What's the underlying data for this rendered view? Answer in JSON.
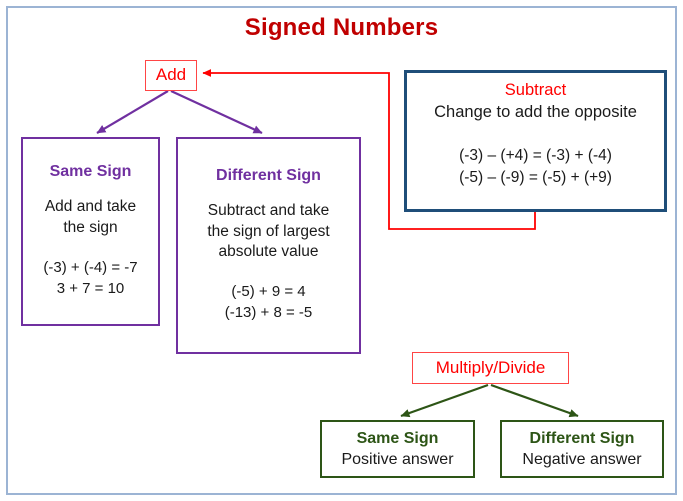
{
  "title": "Signed Numbers",
  "colors": {
    "title": "#c00000",
    "red_accent": "#ff0000",
    "purple": "#7030a0",
    "navy": "#1f4e79",
    "green": "#2d5516",
    "frame": "#9cb4d4"
  },
  "nodes": {
    "add": {
      "label": "Add"
    },
    "multiply_divide": {
      "label": "Multiply/Divide"
    },
    "subtract": {
      "heading": "Subtract",
      "subheading": "Change to add the opposite",
      "examples": [
        "(-3) – (+4) = (-3) + (-4)",
        "(-5) – (-9) = (-5) + (+9)"
      ]
    },
    "add_same_sign": {
      "heading": "Same Sign",
      "rule": "Add and take\nthe sign",
      "examples": [
        "(-3) + (-4) = -7",
        "3 + 7 = 10"
      ]
    },
    "add_different_sign": {
      "heading": "Different Sign",
      "rule": "Subtract and take\nthe sign of largest\nabsolute value",
      "examples": [
        "(-5) + 9 = 4",
        "(-13) + 8 = -5"
      ]
    },
    "mul_same_sign": {
      "heading": "Same Sign",
      "rule": "Positive answer"
    },
    "mul_different_sign": {
      "heading": "Different Sign",
      "rule": "Negative answer"
    }
  },
  "connectors": [
    {
      "name": "subtract-to-add",
      "color": "#ff0000",
      "style": "elbow-arrow"
    },
    {
      "name": "add-to-same-sign",
      "color": "#7030a0",
      "style": "arrow"
    },
    {
      "name": "add-to-different-sign",
      "color": "#7030a0",
      "style": "arrow"
    },
    {
      "name": "multiply-divide-to-same-sign",
      "color": "#2d5516",
      "style": "arrow"
    },
    {
      "name": "multiply-divide-to-different-sign",
      "color": "#2d5516",
      "style": "arrow"
    }
  ]
}
